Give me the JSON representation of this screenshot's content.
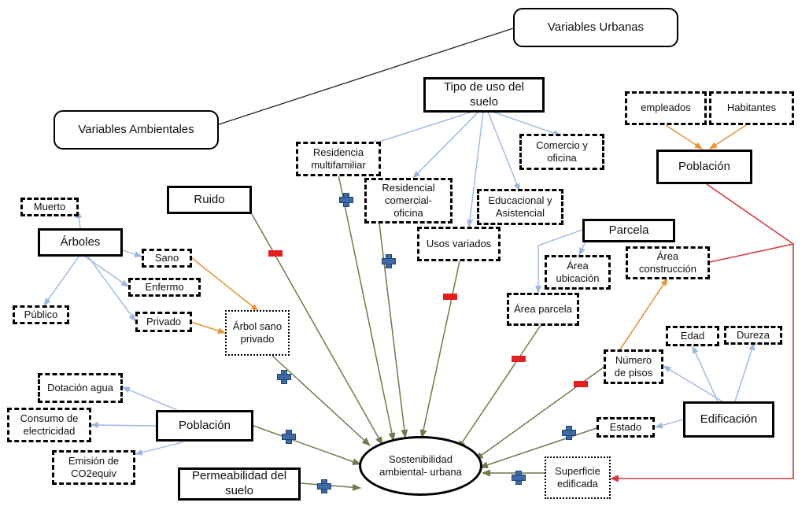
{
  "variables_urbanas": "Variables Urbanas",
  "variables_ambientales": "Variables Ambientales",
  "tipo_uso": "Tipo de uso del suelo",
  "residencia_multifamiliar": "Residencia multifamiliar",
  "residencial_comercial": "Residencial comercial- oficina",
  "usos_variados": "Usos variados",
  "educacional": "Educacional y Asistencial",
  "comercio": "Comercio y oficina",
  "empleados": "empleados",
  "habitantes": "Habitantes",
  "poblacion_top": "Población",
  "ruido": "Ruido",
  "muerto": "Muerto",
  "arboles": "Árboles",
  "sano": "Sano",
  "enfermo": "Enfermo",
  "publico": "Público",
  "privado": "Privado",
  "arbol_sano_privado": "Árbol sano privado",
  "parcela": "Parcela",
  "area_ubicacion": "Área ubicación",
  "area_construccion": "Área construcción",
  "area_parcela": "Área parcela",
  "edad": "Edad",
  "dureza": "Dureza",
  "numero_pisos": "Número de pisos",
  "edificacion": "Edificación",
  "estado": "Estado",
  "superficie_edificada": "Superficie edificada",
  "dotacion_agua": "Dotación agua",
  "consumo_electricidad": "Consumo de electricidad",
  "emision_co2": "Emisión de CO2equiv",
  "poblacion_left": "Población",
  "permeabilidad": "Permeabilidad del suelo",
  "sostenibilidad": "Sostenibilidad ambiental- urbana",
  "colors": {
    "link_blue": "#9bb7df",
    "link_olive": "#6f7a4e",
    "link_orange": "#e8923a",
    "link_red": "#d6383c",
    "sign_minus": "#e41e1e",
    "sign_plus": "#3d6aa6"
  }
}
